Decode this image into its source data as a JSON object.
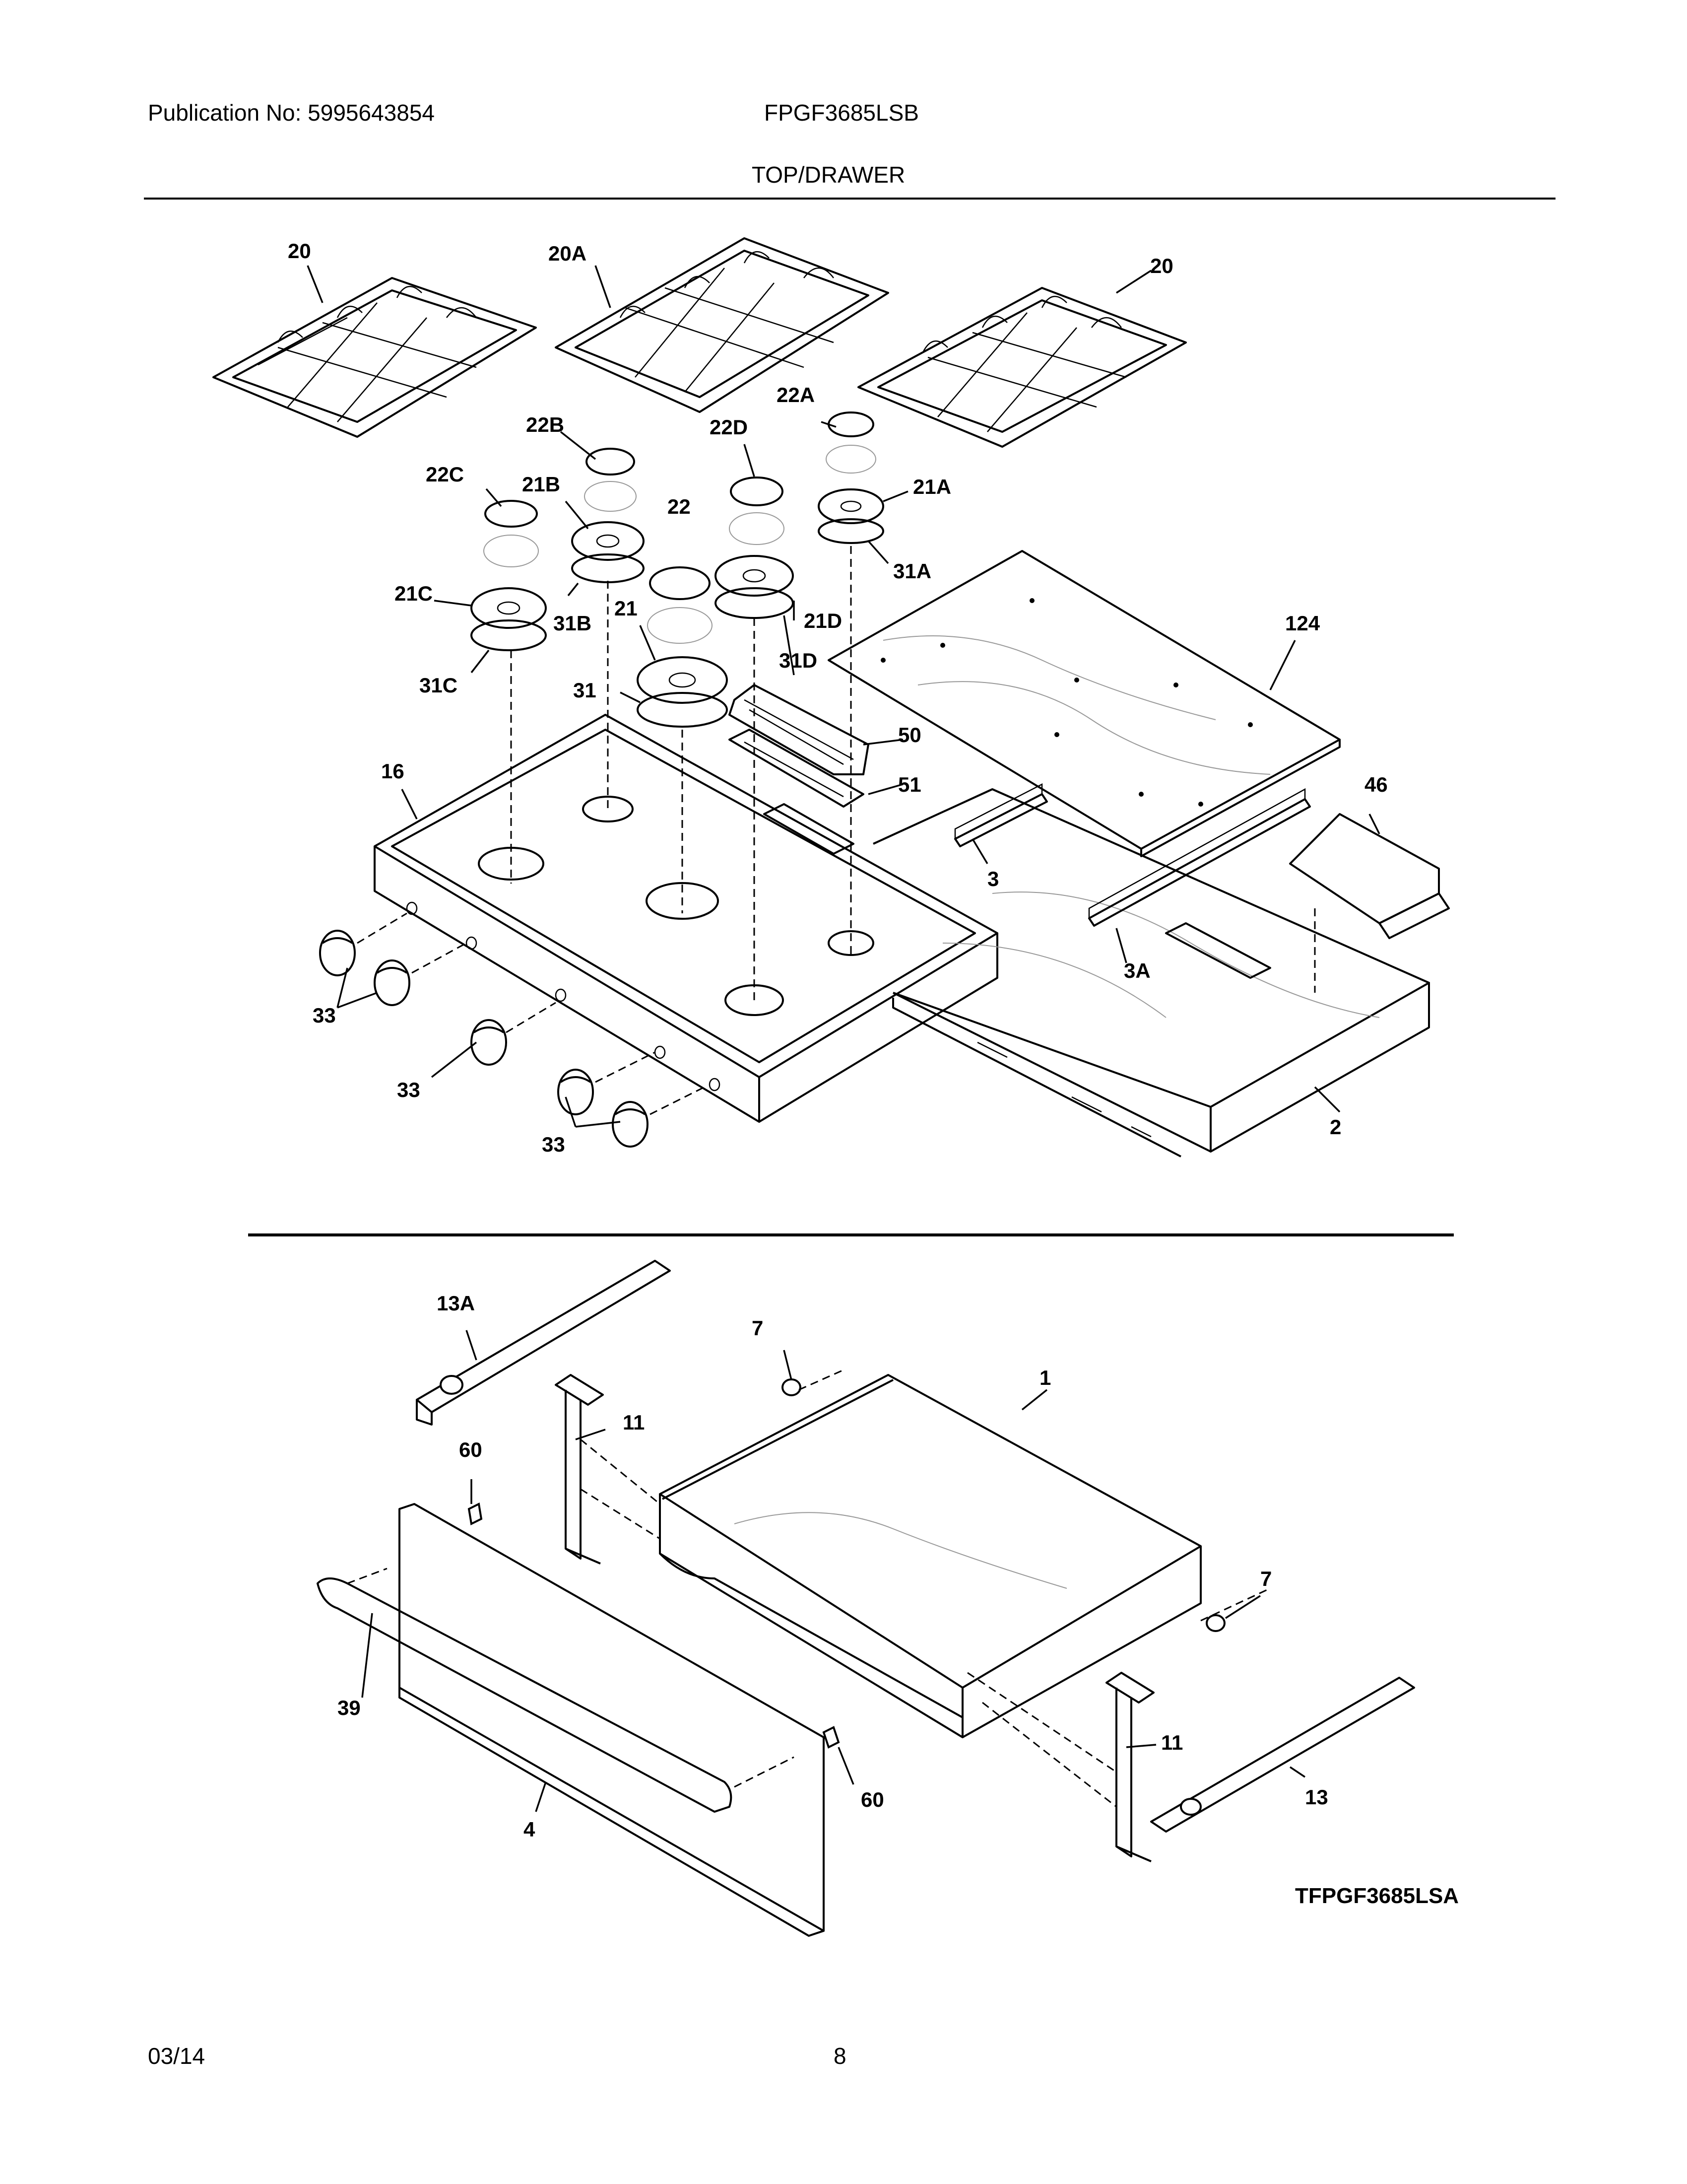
{
  "header": {
    "publication": "Publication No: 5995643854",
    "model": "FPGF3685LSB",
    "section_title": "TOP/DRAWER"
  },
  "footer": {
    "date": "03/14",
    "page": "8"
  },
  "diagram_code": "TFPGF3685LSA",
  "callouts": {
    "grate_left": "20",
    "grate_center": "20A",
    "grate_right": "20",
    "cap_22": "22",
    "cap_22a": "22A",
    "cap_22b": "22B",
    "cap_22c": "22C",
    "cap_22d": "22D",
    "head_21": "21",
    "head_21a": "21A",
    "head_21b": "21B",
    "head_21c": "21C",
    "head_21d": "21D",
    "ring_31": "31",
    "ring_31a": "31A",
    "ring_31b": "31B",
    "ring_31c": "31C",
    "ring_31d": "31D",
    "panel_124": "124",
    "trim_50": "50",
    "gasket_51": "51",
    "cooktop_16": "16",
    "cover_46": "46",
    "bracket_3": "3",
    "bracket_3a": "3A",
    "burner_box_2": "2",
    "knob_33_a": "33",
    "knob_33_b": "33",
    "knob_33_c": "33",
    "rail_13a": "13A",
    "rail_13": "13",
    "bumper_7_a": "7",
    "bumper_7_b": "7",
    "drawer_1": "1",
    "bracket_11_a": "11",
    "bracket_11_b": "11",
    "screw_60_a": "60",
    "screw_60_b": "60",
    "handle_39": "39",
    "front_4": "4"
  }
}
